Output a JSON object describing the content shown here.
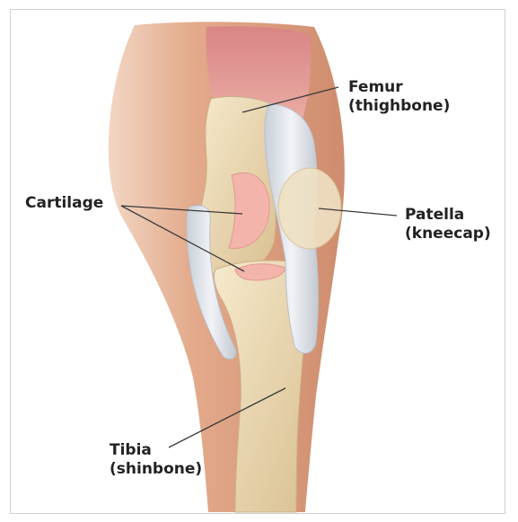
{
  "labels": {
    "femur": {
      "name": "Femur",
      "sub": "(thighbone)"
    },
    "cartilage": {
      "name": "Cartilage"
    },
    "patella": {
      "name": "Patella",
      "sub": "(kneecap)"
    },
    "tibia": {
      "name": "Tibia",
      "sub": "(shinbone)"
    }
  },
  "colors": {
    "skin": "#e2a888",
    "skin_shadow": "#cf8c6d",
    "bone": "#eedbb6",
    "bone_shadow": "#d8bf8f",
    "muscle": "#e59a9a",
    "cartilage": "#f3b8b0",
    "tendon": "#dfe4ea",
    "leader_line": "#3a3a3a"
  }
}
